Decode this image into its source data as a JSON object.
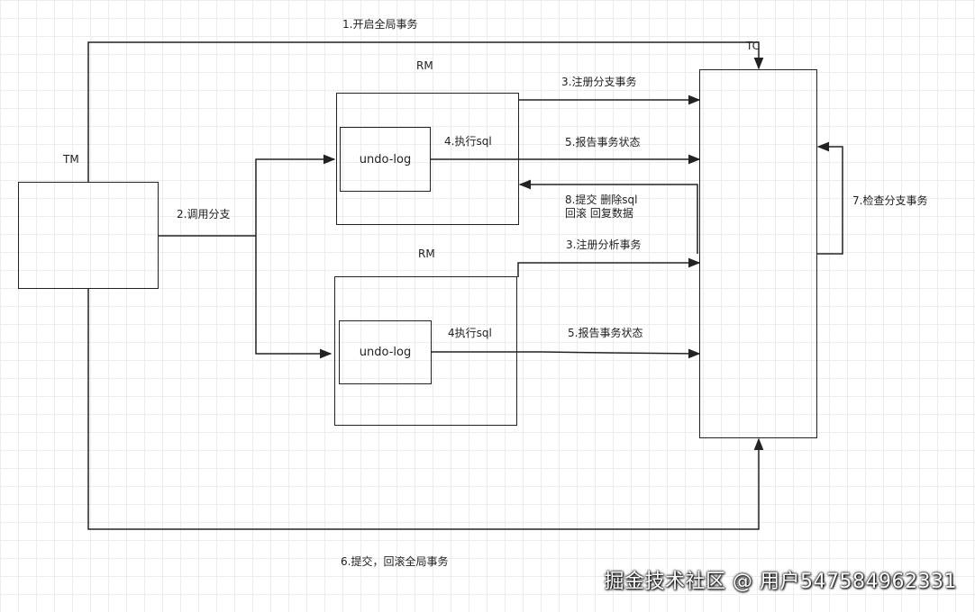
{
  "nodes": {
    "tm_label": "TM",
    "tc_label": "TC",
    "rm1_label": "RM",
    "rm2_label": "RM",
    "undo1": "undo-log",
    "undo2": "undo-log"
  },
  "edges": {
    "e1": "1.开启全局事务",
    "e2": "2.调用分支",
    "e3a": "3.注册分支事务",
    "e3b": "3.注册分析事务",
    "e4a": "4.执行sql",
    "e4b": "4执行sql",
    "e5a": "5.报告事务状态",
    "e5b": "5.报告事务状态",
    "e6": "6.提交，回滚全局事务",
    "e7": "7.检查分支事务",
    "e8": "8.提交 删除sql\n回滚 回复数据"
  },
  "watermark": "掘金技术社区 @ 用户547584962331"
}
